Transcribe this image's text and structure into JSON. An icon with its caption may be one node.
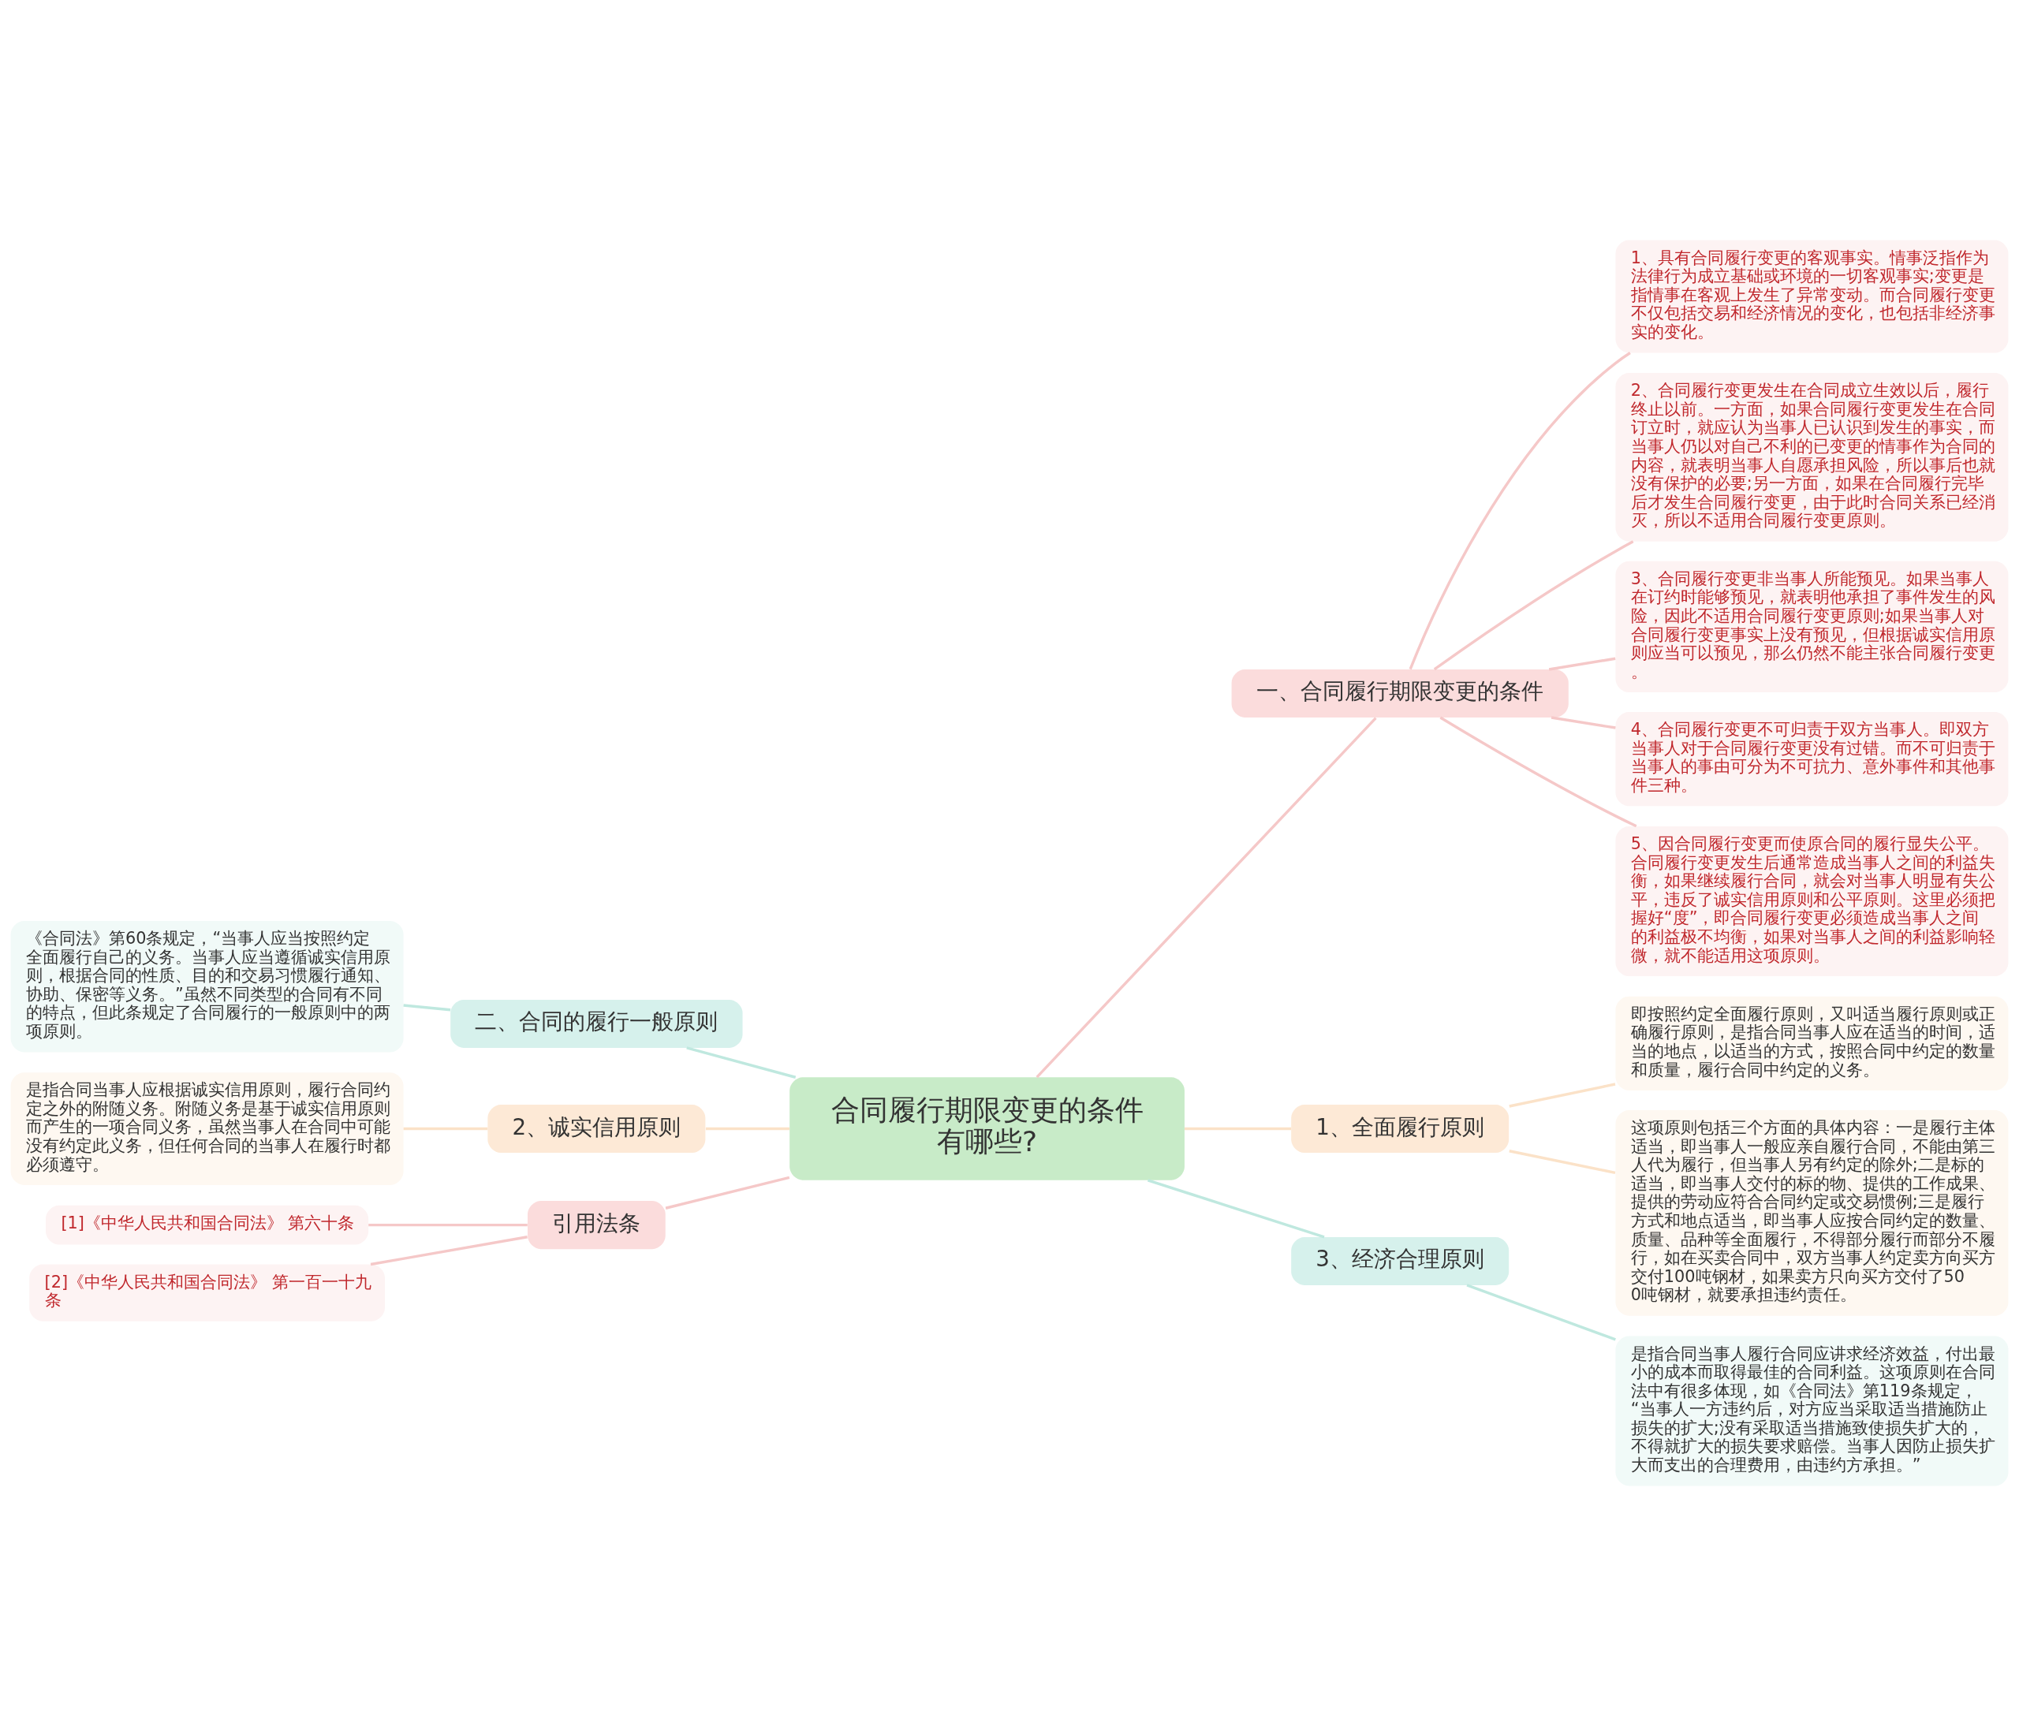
{
  "diagram": {
    "nodes": [
      {
        "text": [
          "合同履行期限变更的条件有哪些?"
        ]
      },
      {
        "text": [
          "一、合同履行期限变更的条件"
        ]
      },
      {
        "text": [
          "1、具有合同履行变更的客观事实。情事泛指作为法律行为成立基础或环境的一切客观事实;变更是指情事在客观上发生了异常变动。而合同履行变更不仅包括交易和经济情况的变化，也包括非经济事实的变化。"
        ]
      },
      {
        "text": [
          "2、合同履行变更发生在合同成立生效以后，履行终止以前。一方面，如果合同履行变更发生在合同订立时，就应认为当事人已认识到发生的事实，而当事人仍以对自己不利的已变更的情事作为合同的内容，就表明当事人自愿承担风险，所以事后也就没有保护的必要;另一方面，如果在合同履行完毕后才发生合同履行变更，由于此时合同关系已经消灭，所以不适用合同履行变更原则。"
        ]
      },
      {
        "text": [
          "3、合同履行变更非当事人所能预见。如果当事人在订约时能够预见，就表明他承担了事件发生的风险，因此不适用合同履行变更原则;如果当事人对合同履行变更事实上没有预见，但根据诚实信用原则应当可以预见，那么仍然不能主张合同履行变更。"
        ]
      },
      {
        "text": [
          "4、合同履行变更不可归责于双方当事人。即双方当事人对于合同履行变更没有过错。而不可归责于当事人的事由可分为不可抗力、意外事件和其他事件三种。"
        ]
      },
      {
        "text": [
          "5、因合同履行变更而使原合同的履行显失公平。合同履行变更发生后通常造成当事人之间的利益失衡，如果继续履行合同，就会对当事人明显有失公平，违反了诚实信用原则和公平原则。这里必须把握好“度”，即合同履行变更必须造成当事人之间的利益极不均衡，如果对当事人之间的利益影响轻微，就不能适用这项原则。"
        ]
      },
      {
        "text": [
          "二、合同的履行一般原则"
        ]
      },
      {
        "text": [
          "《合同法》第60条规定，“当事人应当按照约定全面履行自己的义务。当事人应当遵循诚实信用原则，根据合同的性质、目的和交易习惯履行通知、协助、保密等义务。”虽然不同类型的合同有不同的特点，但此条规定了合同履行的一般原则中的两项原则。"
        ]
      },
      {
        "text": [
          "2、诚实信用原则"
        ]
      },
      {
        "text": [
          "是指合同当事人应根据诚实信用原则，履行合同约定之外的附随义务。附随义务是基于诚实信用原则而产生的一项合同义务，虽然当事人在合同中可能没有约定此义务，但任何合同的当事人在履行时都必须遵守。"
        ]
      },
      {
        "text": [
          "引用法条"
        ]
      },
      {
        "text": [
          "[1]《中华人民共和国合同法》 第六十条"
        ]
      },
      {
        "text": [
          "[2]《中华人民共和国合同法》 第一百一十九条"
        ]
      },
      {
        "text": [
          "1、全面履行原则"
        ]
      },
      {
        "text": [
          "即按照约定全面履行原则，又叫适当履行原则或正确履行原则，是指合同当事人应在适当的时间，适当的地点，以适当的方式，按照合同中约定的数量和质量，履行合同中约定的义务。"
        ]
      },
      {
        "text": [
          "这项原则包括三个方面的具体内容：一是履行主体适当，即当事人一般应亲自履行合同，不能由第三人代为履行，但当事人另有约定的除外;二是标的适当，即当事人交付的标的物、提供的工作成果、提供的劳动应符合合同约定或交易惯例;三是履行方式和地点适当，即当事人应按合同约定的数量、质量、品种等全面履行，不得部分履行而部分不履行，如在买卖合同中，双方当事人约定卖方向买方交付100吨钢材，如果卖方只向买方交付了500吨钢材，就要承担违约责任。"
        ]
      },
      {
        "text": [
          "3、经济合理原则"
        ]
      },
      {
        "text": [
          "是指合同当事人履行合同应讲求经济效益，付出最小的成本而取得最佳的合同利益。这项原则在合同法中有很多体现，如《合同法》第119条规定，“当事人一方违约后，对方应当采取适当措施防止损失的扩大;没有采取适当措施致使损失扩大的，不得就扩大的损失要求赔偿。当事人因防止损失扩大而支出的合理费用，由违约方承担。”"
        ]
      }
    ],
    "edges": [
      {
        "from": 0,
        "to": 1,
        "arrow": "none",
        "color": "#f5c8c8"
      },
      {
        "from": 1,
        "to": 2,
        "arrow": "none",
        "color": "#f5c8c8"
      },
      {
        "from": 1,
        "to": 3,
        "arrow": "none",
        "color": "#f5c8c8"
      },
      {
        "from": 1,
        "to": 4,
        "arrow": "none",
        "color": "#f5c8c8"
      },
      {
        "from": 1,
        "to": 5,
        "arrow": "none",
        "color": "#f5c8c8"
      },
      {
        "from": 1,
        "to": 6,
        "arrow": "none",
        "color": "#f5c8c8"
      },
      {
        "from": 0,
        "to": 7,
        "arrow": "none",
        "color": "#bfe8df"
      },
      {
        "from": 7,
        "to": 8,
        "arrow": "none",
        "color": "#bfe8df"
      },
      {
        "from": 0,
        "to": 9,
        "arrow": "none",
        "color": "#fbe2c8"
      },
      {
        "from": 9,
        "to": 10,
        "arrow": "none",
        "color": "#fbe2c8"
      },
      {
        "from": 0,
        "to": 11,
        "arrow": "none",
        "color": "#f5c8c8"
      },
      {
        "from": 11,
        "to": 12,
        "arrow": "none",
        "color": "#f5c8c8"
      },
      {
        "from": 11,
        "to": 13,
        "arrow": "none",
        "color": "#f5c8c8"
      },
      {
        "from": 0,
        "to": 14,
        "arrow": "none",
        "color": "#fbe2c8"
      },
      {
        "from": 14,
        "to": 15,
        "arrow": "none",
        "color": "#fbe2c8"
      },
      {
        "from": 14,
        "to": 16,
        "arrow": "none",
        "color": "#fbe2c8"
      },
      {
        "from": 0,
        "to": 17,
        "arrow": "none",
        "color": "#bfe8df"
      },
      {
        "from": 17,
        "to": 18,
        "arrow": "none",
        "color": "#bfe8df"
      }
    ]
  }
}
